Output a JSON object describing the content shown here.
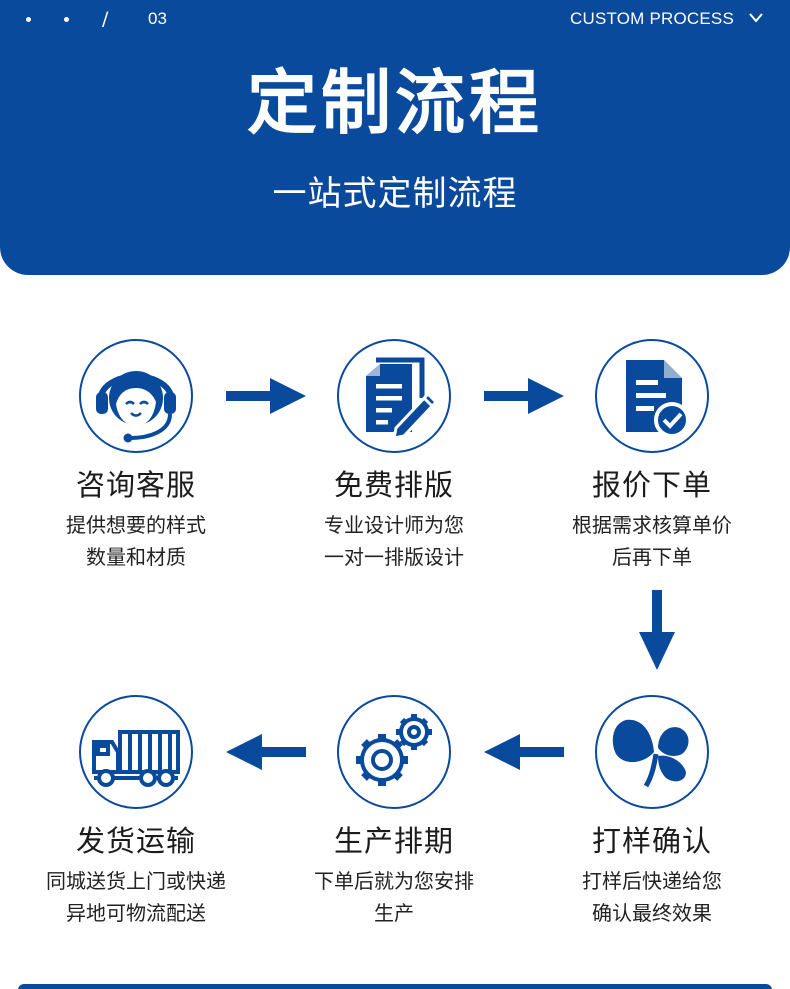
{
  "header": {
    "index": "03",
    "slash": "/",
    "english_label": "CUSTOM PROCESS",
    "title": "定制流程",
    "subtitle": "一站式定制流程"
  },
  "colors": {
    "brand_blue": "#0a4a9c",
    "background": "#ffffff",
    "text": "#1c1c1c"
  },
  "steps": [
    {
      "icon": "customer-service-headset-icon",
      "title": "咨询客服",
      "desc_line1": "提供想要的样式",
      "desc_line2": "数量和材质"
    },
    {
      "icon": "document-pen-icon",
      "title": "免费排版",
      "desc_line1": "专业设计师为您",
      "desc_line2": "一对一排版设计"
    },
    {
      "icon": "document-check-icon",
      "title": "报价下单",
      "desc_line1": "根据需求核算单价",
      "desc_line2": "后再下单"
    },
    {
      "icon": "leaf-clover-icon",
      "title": "打样确认",
      "desc_line1": "打样后快递给您",
      "desc_line2": "确认最终效果"
    },
    {
      "icon": "gears-icon",
      "title": "生产排期",
      "desc_line1": "下单后就为您安排",
      "desc_line2": "生产"
    },
    {
      "icon": "delivery-truck-icon",
      "title": "发货运输",
      "desc_line1": "同城送货上门或快递",
      "desc_line2": "异地可物流配送"
    }
  ]
}
